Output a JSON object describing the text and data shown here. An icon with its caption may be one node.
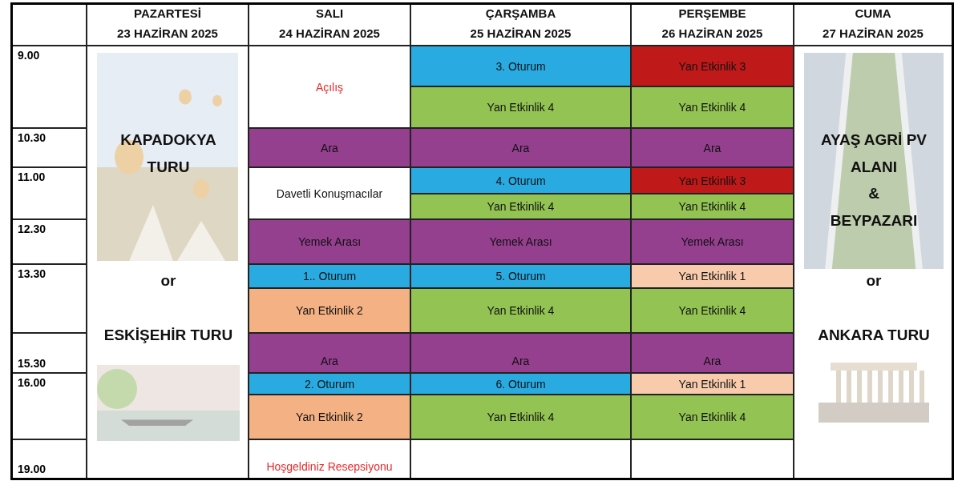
{
  "diagram": {
    "labels": [
      "PAZARTESİ",
      "23 HAZİRAN 2025",
      "SALI",
      "24 HAZİRAN 2025",
      "ÇARŞAMBA",
      "25 HAZİRAN 2025",
      "PERŞEMBE",
      "26 HAZİRAN 2025",
      "CUMA",
      "27 HAZİRAN 2025",
      "9.00",
      "KAPADOKYA TURU",
      "or",
      "ESKİŞEHİR TURU",
      "Açılış",
      "3. Oturum",
      "Yan Etkinlik 3",
      "AYAŞ AGRİ PV ALANI",
      "&",
      "BEYPAZARI",
      "or",
      "ANKARA TURU",
      "Yan Etkinlik 4",
      "Yan Etkinlik 4",
      "10.30",
      "Ara",
      "Ara",
      "Ara",
      "11.00",
      "Davetli Konuşmacılar",
      "4. Oturum",
      "Yan Etkinlik 3",
      "Yan Etkinlik 4",
      "Yan Etkinlik 4",
      "12.30",
      "Yemek Arası",
      "Yemek Arası",
      "Yemek Arası",
      "13.30",
      "1.. Oturum",
      "5. Oturum",
      "Yan Etkinlik 1",
      "Yan Etkinlik 2",
      "Yan Etkinlik 4",
      "Yan Etkinlik 4",
      "15.30",
      "Ara",
      "Ara",
      "Ara",
      "16.00",
      "2. Oturum",
      "6. Oturum",
      "Yan Etkinlik 1",
      "Yan Etkinlik 2",
      "Yan Etkinlik 4",
      "Yan Etkinlik 4",
      "19.00",
      "Hoşgeldiniz Resepsiyonu"
    ]
  }
}
